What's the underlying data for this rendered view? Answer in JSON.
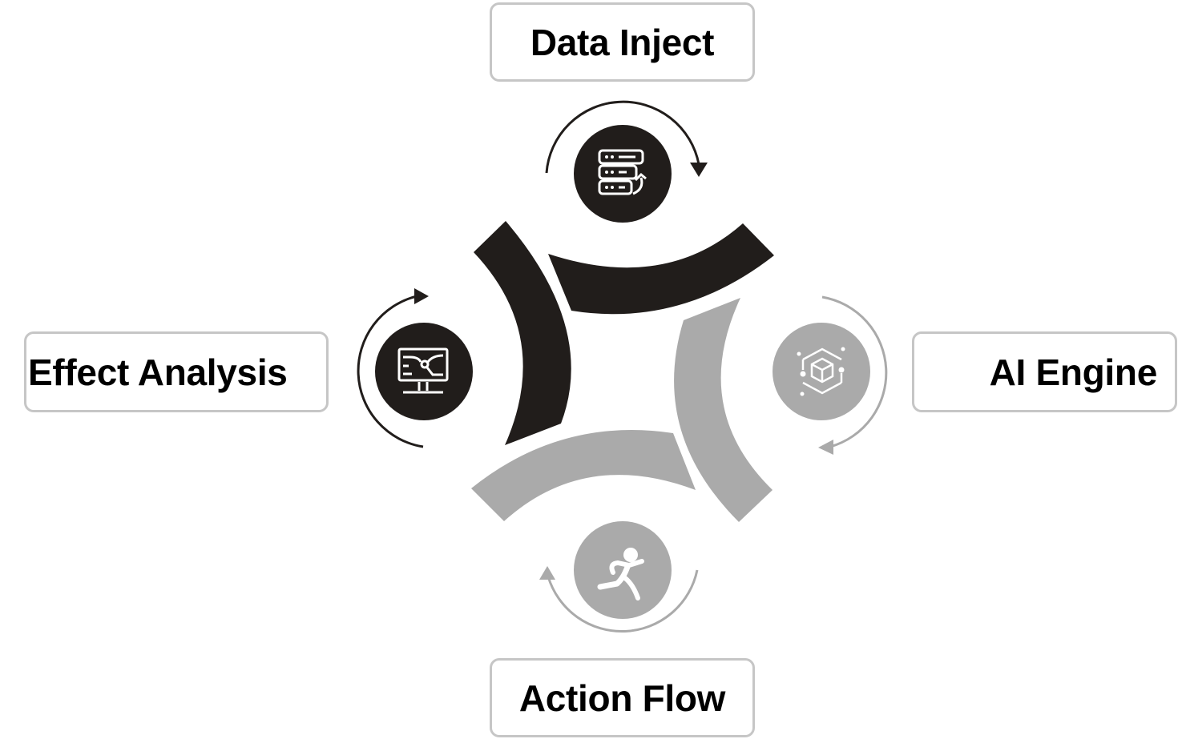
{
  "diagram": {
    "type": "cycle",
    "colors": {
      "dark": "#211d1b",
      "light": "#aaaaaa",
      "box_border": "#c6c6c6"
    },
    "stages": [
      {
        "id": "data-inject",
        "label": "Data Inject",
        "icon": "server-database-icon",
        "tone": "dark",
        "position": "top"
      },
      {
        "id": "ai-engine",
        "label": "AI Engine",
        "icon": "cube-hexagon-icon",
        "tone": "light",
        "position": "right"
      },
      {
        "id": "action-flow",
        "label": "Action Flow",
        "icon": "running-person-icon",
        "tone": "light",
        "position": "bottom"
      },
      {
        "id": "effect-analysis",
        "label": "Effect Analysis",
        "icon": "monitor-analysis-icon",
        "tone": "dark",
        "position": "left"
      }
    ],
    "flow_direction": "clockwise"
  }
}
